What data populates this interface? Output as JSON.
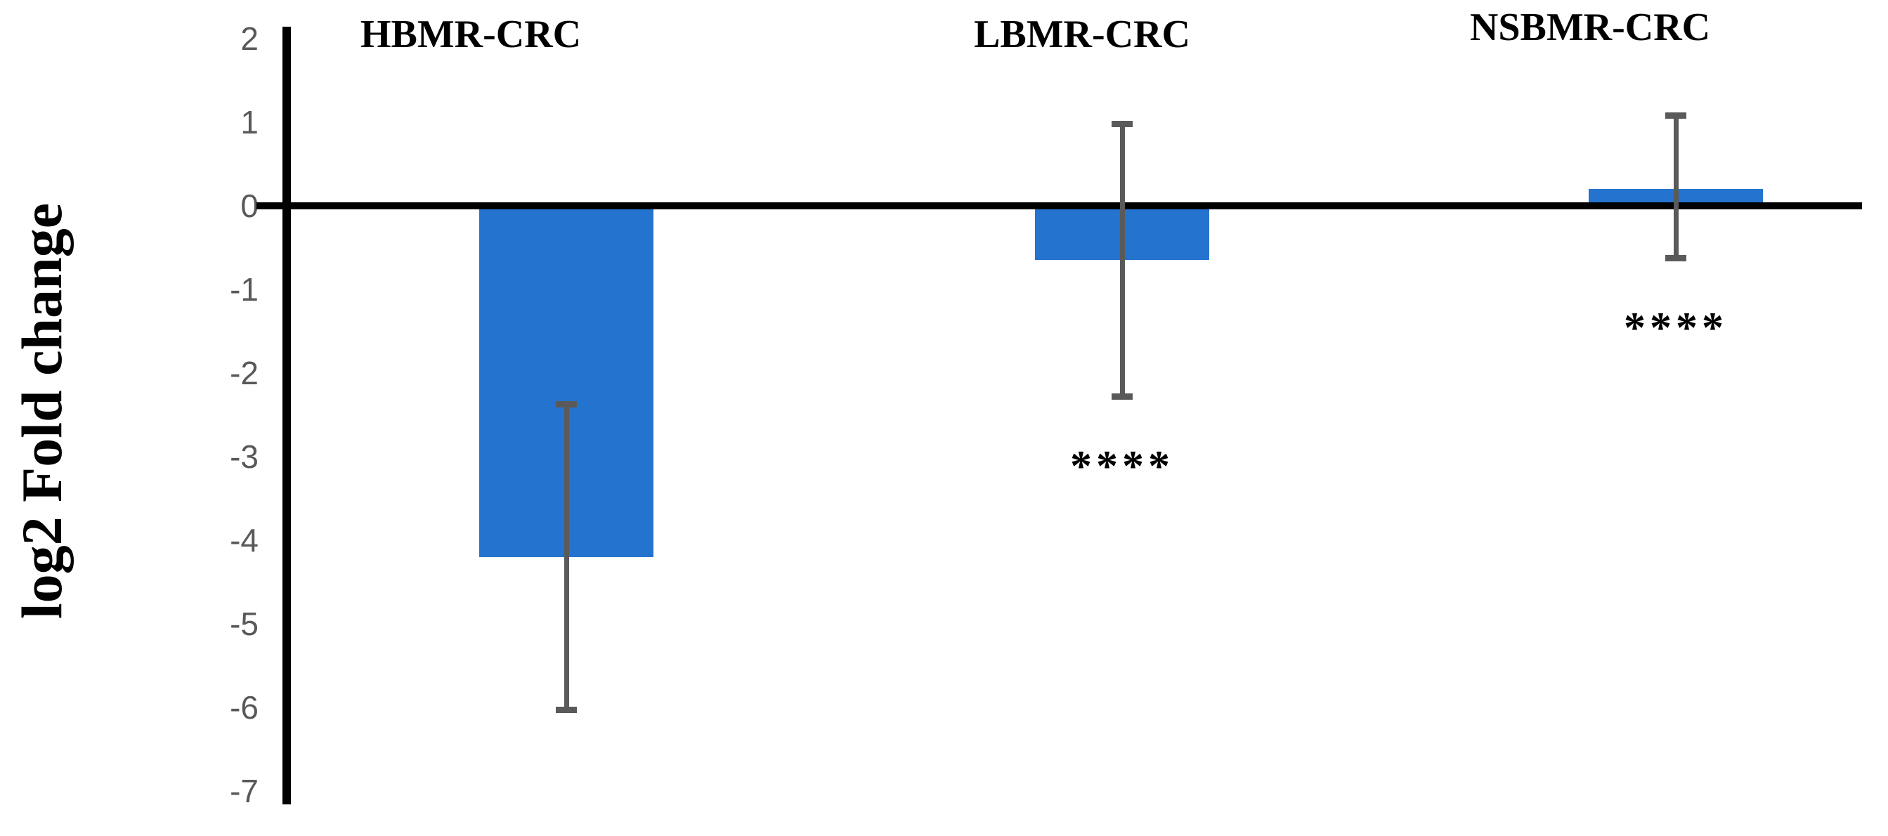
{
  "chart_data": {
    "type": "bar",
    "title": "",
    "xlabel": "",
    "ylabel": "log2 Fold change",
    "categories": [
      "HBMR-CRC",
      "LBMR-CRC",
      "NSBMR-CRC"
    ],
    "values": [
      -4.2,
      -0.65,
      0.2
    ],
    "error_bars": [
      {
        "upper": -2.35,
        "lower": -6.05
      },
      {
        "upper": 1.0,
        "lower": -2.3
      },
      {
        "upper": 1.1,
        "lower": -0.65
      }
    ],
    "significance": [
      "",
      "****",
      "****"
    ],
    "yticks": [
      2,
      1,
      0,
      -1,
      -2,
      -3,
      -4,
      -5,
      -6,
      -7
    ],
    "ylim": [
      -7,
      2
    ],
    "grid": false,
    "legend": false,
    "bar_color": "#2473CE",
    "error_bar_color": "#5a5a5a",
    "axis_color": "#000000",
    "tick_label_color": "#595959"
  }
}
